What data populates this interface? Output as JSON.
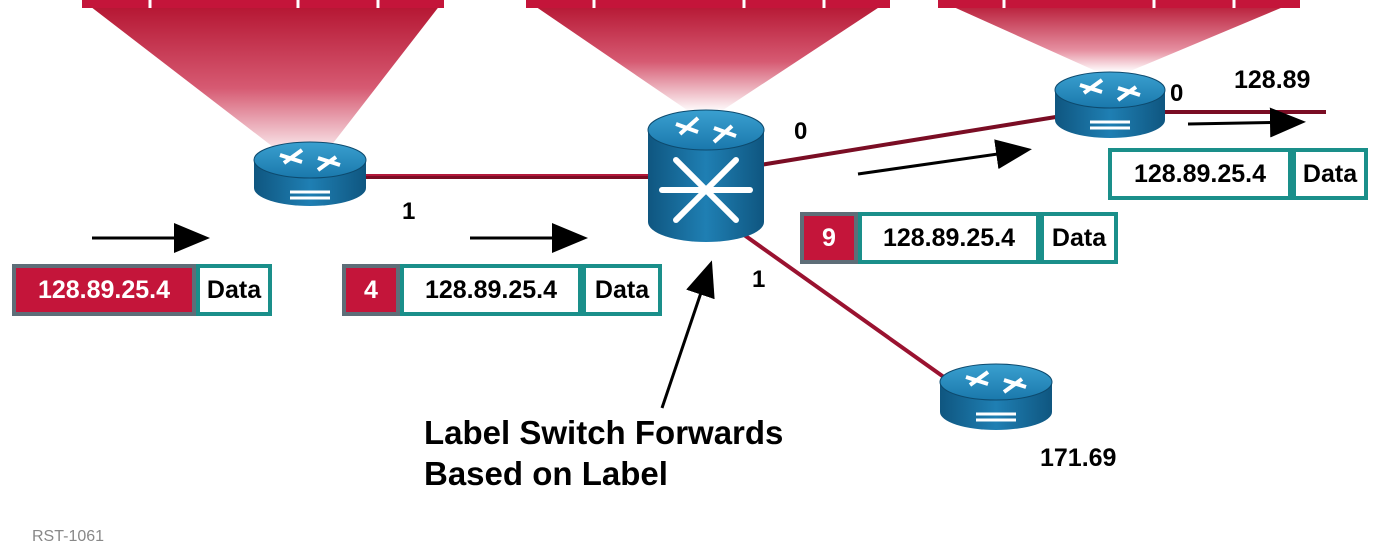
{
  "nodes": {
    "router_left": {},
    "switch_center": {},
    "router_top_right": {},
    "router_bottom_right": {}
  },
  "port_labels": {
    "left_router_port": "1",
    "center_port_0": "0",
    "center_port_1": "1",
    "top_right_port": "0"
  },
  "prefixes": {
    "top_right": "128.89",
    "bottom_right": "171.69"
  },
  "packets": {
    "ingress": {
      "address": "128.89.25.4",
      "data": "Data"
    },
    "labeled_in": {
      "label": "4",
      "address": "128.89.25.4",
      "data": "Data"
    },
    "labeled_out": {
      "label": "9",
      "address": "128.89.25.4",
      "data": "Data"
    },
    "egress": {
      "address": "128.89.25.4",
      "data": "Data"
    }
  },
  "callout": {
    "line1": "Label Switch Forwards",
    "line2": "Based on Label"
  },
  "footer": "RST-1061",
  "colors": {
    "link": "#b3183a",
    "table_red": "#c4153a",
    "packet_border": "#1a8f8a",
    "router_blue": "#1a6fa0"
  }
}
